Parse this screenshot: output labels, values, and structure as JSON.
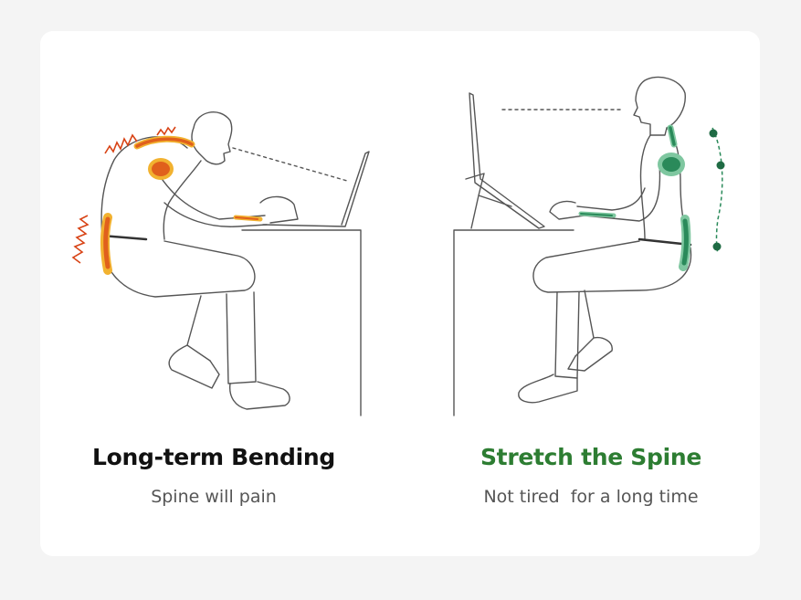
{
  "left": {
    "title": "Long-term Bending",
    "subtitle": "Spine will pain",
    "title_color": "#111111"
  },
  "right": {
    "title": "Stretch the Spine",
    "subtitle": "Not tired  for a long time",
    "title_color": "#2d7d32"
  },
  "colors": {
    "pain_orange": "#e0601c",
    "pain_yellow": "#f2b230",
    "healthy_green": "#2a8a5a",
    "line": "#555555"
  }
}
